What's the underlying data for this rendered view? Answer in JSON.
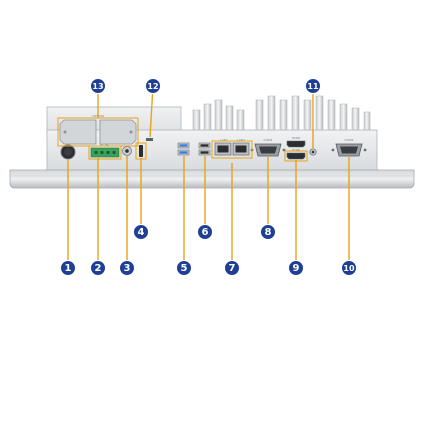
{
  "colors": {
    "callout_fill": "#1f3f96",
    "callout_text": "#ffffff",
    "leader_line": "#e8a318",
    "chassis_light": "#e4e6e8",
    "chassis_dark": "#b8bcc0",
    "port_usb_blue": "#3d7fd6",
    "terminal_green": "#3aa35a"
  },
  "callouts": [
    {
      "id": "1",
      "label": "1"
    },
    {
      "id": "2",
      "label": "2"
    },
    {
      "id": "3",
      "label": "3"
    },
    {
      "id": "4",
      "label": "4"
    },
    {
      "id": "5",
      "label": "5"
    },
    {
      "id": "6",
      "label": "6"
    },
    {
      "id": "7",
      "label": "7"
    },
    {
      "id": "8",
      "label": "8"
    },
    {
      "id": "9",
      "label": "9"
    },
    {
      "id": "10",
      "label": "10"
    },
    {
      "id": "11",
      "label": "11"
    },
    {
      "id": "12",
      "label": "12"
    },
    {
      "id": "13",
      "label": "13"
    }
  ]
}
